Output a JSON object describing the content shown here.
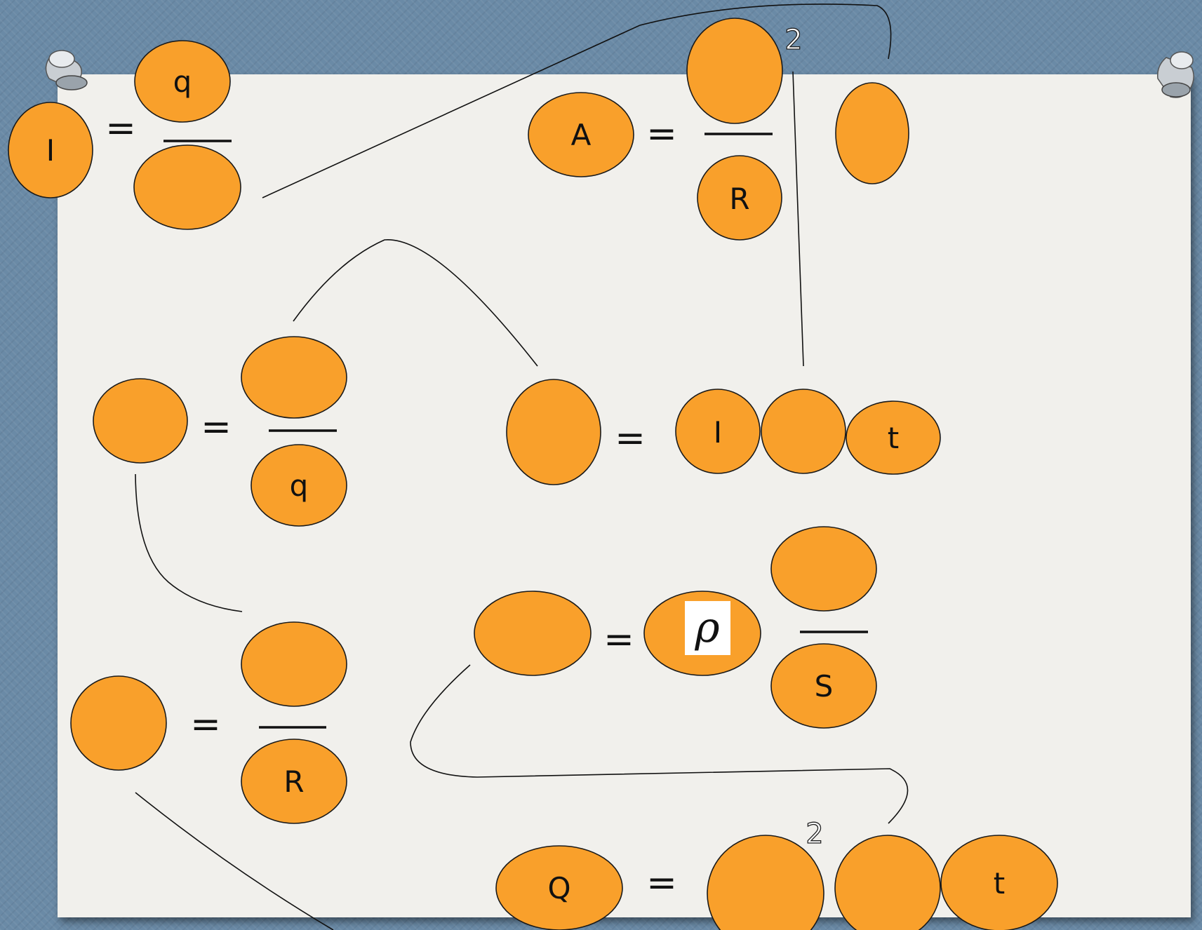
{
  "palette": {
    "node_fill": "#f9a02b",
    "paper": "#f1f0ec",
    "background": "#6a8aa6"
  },
  "icons": [
    "pushpin-icon"
  ],
  "symbols": {
    "equals": "=",
    "squared": "2"
  },
  "equations": {
    "current": {
      "lhs": "I",
      "numerator": "q",
      "denominator": ""
    },
    "power_resistance": {
      "lhs": "A",
      "numerator": "",
      "exponent": "2",
      "denominator": "R",
      "factor": ""
    },
    "voltage_charge": {
      "lhs": "",
      "numerator": "",
      "denominator": "q"
    },
    "charge_work": {
      "lhs": "",
      "factors": [
        "I",
        "",
        "t"
      ]
    },
    "ohm_current": {
      "lhs": "",
      "numerator": "",
      "denominator": "R"
    },
    "resistivity": {
      "lhs": "",
      "coefficient": "ρ",
      "numerator": "",
      "denominator": "S"
    },
    "joule_heat": {
      "lhs": "Q",
      "factors": [
        "",
        "",
        "t"
      ],
      "exponent": "2"
    }
  }
}
